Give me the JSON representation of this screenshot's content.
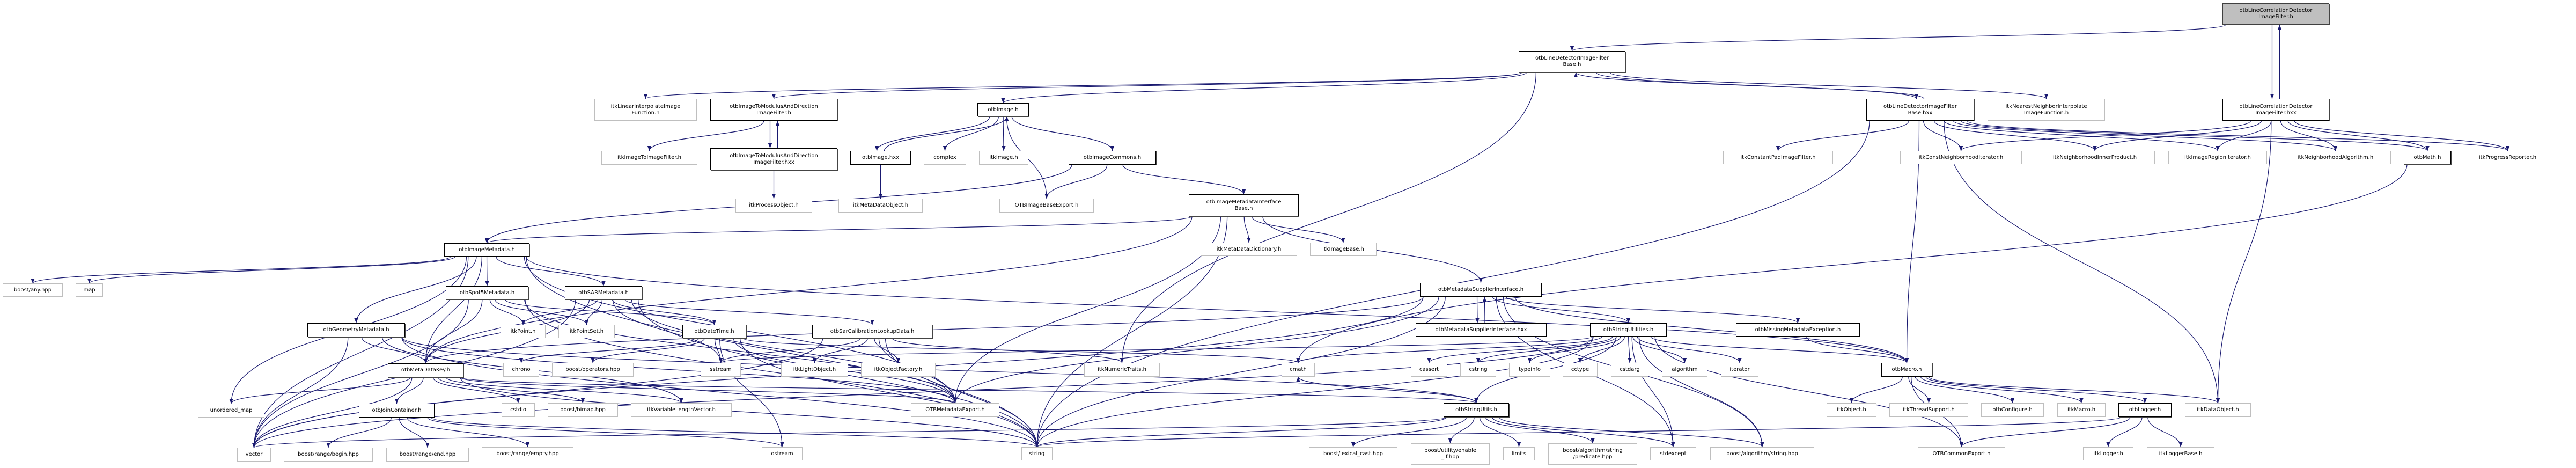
{
  "colors": {
    "edge": "#191970",
    "root_fill": "#bfbfbf",
    "doc_border": "#000000",
    "ext_border": "#bfbfbf"
  },
  "nodes": [
    {
      "label": "otbLineCorrelationDetector\nImageFilter.h",
      "kind": "root"
    },
    {
      "label": "otbLineDetectorImageFilter\nBase.h",
      "kind": "doc"
    },
    {
      "label": "itkLinearInterpolateImage\nFunction.h",
      "kind": "ext"
    },
    {
      "label": "otbImageToModulusAndDirection\nImageFilter.h",
      "kind": "doc"
    },
    {
      "label": "otbImage.h",
      "kind": "doc"
    },
    {
      "label": "otbLineDetectorImageFilter\nBase.hxx",
      "kind": "doc"
    },
    {
      "label": "itkNearestNeighborInterpolate\nImageFunction.h",
      "kind": "ext"
    },
    {
      "label": "otbLineCorrelationDetector\nImageFilter.hxx",
      "kind": "doc"
    },
    {
      "label": "itkImageToImageFilter.h",
      "kind": "ext"
    },
    {
      "label": "otbImageToModulusAndDirection\nImageFilter.hxx",
      "kind": "doc"
    },
    {
      "label": "otbImage.hxx",
      "kind": "doc"
    },
    {
      "label": "complex",
      "kind": "ext"
    },
    {
      "label": "itkImage.h",
      "kind": "ext"
    },
    {
      "label": "otbImageCommons.h",
      "kind": "doc"
    },
    {
      "label": "itkConstantPadImageFilter.h",
      "kind": "ext"
    },
    {
      "label": "itkConstNeighborhoodIterator.h",
      "kind": "ext"
    },
    {
      "label": "itkNeighborhoodInnerProduct.h",
      "kind": "ext"
    },
    {
      "label": "itkImageRegionIterator.h",
      "kind": "ext"
    },
    {
      "label": "itkNeighborhoodAlgorithm.h",
      "kind": "ext"
    },
    {
      "label": "otbMath.h",
      "kind": "doc"
    },
    {
      "label": "itkProgressReporter.h",
      "kind": "ext"
    },
    {
      "label": "itkProcessObject.h",
      "kind": "ext"
    },
    {
      "label": "itkMetaDataObject.h",
      "kind": "ext"
    },
    {
      "label": "OTBImageBaseExport.h",
      "kind": "ext"
    },
    {
      "label": "otbImageMetadataInterface\nBase.h",
      "kind": "doc"
    },
    {
      "label": "otbImageMetadata.h",
      "kind": "doc"
    },
    {
      "label": "itkMetaDataDictionary.h",
      "kind": "ext"
    },
    {
      "label": "itkImageBase.h",
      "kind": "ext"
    },
    {
      "label": "boost/any.hpp",
      "kind": "ext"
    },
    {
      "label": "map",
      "kind": "ext"
    },
    {
      "label": "otbSpot5Metadata.h",
      "kind": "doc"
    },
    {
      "label": "otbSARMetadata.h",
      "kind": "doc"
    },
    {
      "label": "otbMetadataSupplierInterface.h",
      "kind": "doc"
    },
    {
      "label": "otbGeometryMetadata.h",
      "kind": "doc"
    },
    {
      "label": "itkPoint.h",
      "kind": "ext"
    },
    {
      "label": "itkPointSet.h",
      "kind": "ext"
    },
    {
      "label": "otbDateTime.h",
      "kind": "doc"
    },
    {
      "label": "otbSarCalibrationLookupData.h",
      "kind": "doc"
    },
    {
      "label": "otbMetadataSupplierInterface.hxx",
      "kind": "doc"
    },
    {
      "label": "otbStringUtilities.h",
      "kind": "doc"
    },
    {
      "label": "otbMissingMetadataException.h",
      "kind": "doc"
    },
    {
      "label": "otbMetaDataKey.h",
      "kind": "doc"
    },
    {
      "label": "chrono",
      "kind": "ext"
    },
    {
      "label": "boost/operators.hpp",
      "kind": "ext"
    },
    {
      "label": "sstream",
      "kind": "ext"
    },
    {
      "label": "itkLightObject.h",
      "kind": "ext"
    },
    {
      "label": "itkObjectFactory.h",
      "kind": "ext"
    },
    {
      "label": "itkNumericTraits.h",
      "kind": "ext"
    },
    {
      "label": "cmath",
      "kind": "ext"
    },
    {
      "label": "cassert",
      "kind": "ext"
    },
    {
      "label": "cstring",
      "kind": "ext"
    },
    {
      "label": "typeinfo",
      "kind": "ext"
    },
    {
      "label": "cctype",
      "kind": "ext"
    },
    {
      "label": "cstdarg",
      "kind": "ext"
    },
    {
      "label": "algorithm",
      "kind": "ext"
    },
    {
      "label": "iterator",
      "kind": "ext"
    },
    {
      "label": "otbMacro.h",
      "kind": "doc"
    },
    {
      "label": "unordered_map",
      "kind": "ext"
    },
    {
      "label": "otbJoinContainer.h",
      "kind": "doc"
    },
    {
      "label": "cstdio",
      "kind": "ext"
    },
    {
      "label": "boost/bimap.hpp",
      "kind": "ext"
    },
    {
      "label": "itkVariableLengthVector.h",
      "kind": "ext"
    },
    {
      "label": "OTBMetadataExport.h",
      "kind": "ext"
    },
    {
      "label": "otbStringUtils.h",
      "kind": "doc"
    },
    {
      "label": "itkObject.h",
      "kind": "ext"
    },
    {
      "label": "itkThreadSupport.h",
      "kind": "ext"
    },
    {
      "label": "otbConfigure.h",
      "kind": "ext"
    },
    {
      "label": "itkMacro.h",
      "kind": "ext"
    },
    {
      "label": "otbLogger.h",
      "kind": "doc"
    },
    {
      "label": "itkDataObject.h",
      "kind": "ext"
    },
    {
      "label": "vector",
      "kind": "ext"
    },
    {
      "label": "boost/range/begin.hpp",
      "kind": "ext"
    },
    {
      "label": "boost/range/end.hpp",
      "kind": "ext"
    },
    {
      "label": "boost/range/empty.hpp",
      "kind": "ext"
    },
    {
      "label": "ostream",
      "kind": "ext"
    },
    {
      "label": "string",
      "kind": "ext"
    },
    {
      "label": "boost/lexical_cast.hpp",
      "kind": "ext"
    },
    {
      "label": "boost/utility/enable\n_if.hpp",
      "kind": "ext"
    },
    {
      "label": "limits",
      "kind": "ext"
    },
    {
      "label": "boost/algorithm/string\n/predicate.hpp",
      "kind": "ext"
    },
    {
      "label": "stdexcept",
      "kind": "ext"
    },
    {
      "label": "boost/algorithm/string.hpp",
      "kind": "ext"
    },
    {
      "label": "OTBCommonExport.h",
      "kind": "ext"
    },
    {
      "label": "itkLogger.h",
      "kind": "ext"
    },
    {
      "label": "itkLoggerBase.h",
      "kind": "ext"
    }
  ],
  "edges": [
    [
      0,
      1
    ],
    [
      0,
      7
    ],
    [
      7,
      0
    ],
    [
      7,
      15
    ],
    [
      7,
      16
    ],
    [
      7,
      17
    ],
    [
      7,
      18
    ],
    [
      7,
      19
    ],
    [
      7,
      20
    ],
    [
      7,
      69
    ],
    [
      1,
      2
    ],
    [
      1,
      3
    ],
    [
      1,
      4
    ],
    [
      1,
      5
    ],
    [
      1,
      6
    ],
    [
      1,
      47
    ],
    [
      5,
      1
    ],
    [
      5,
      14
    ],
    [
      5,
      15
    ],
    [
      5,
      16
    ],
    [
      5,
      17
    ],
    [
      5,
      18
    ],
    [
      5,
      19
    ],
    [
      5,
      20
    ],
    [
      5,
      56
    ],
    [
      5,
      69
    ],
    [
      5,
      75
    ],
    [
      3,
      8
    ],
    [
      3,
      9
    ],
    [
      9,
      3
    ],
    [
      9,
      21
    ],
    [
      4,
      10
    ],
    [
      4,
      11
    ],
    [
      4,
      12
    ],
    [
      4,
      23
    ],
    [
      4,
      13
    ],
    [
      10,
      4
    ],
    [
      10,
      22
    ],
    [
      13,
      23
    ],
    [
      13,
      24
    ],
    [
      13,
      25
    ],
    [
      24,
      25
    ],
    [
      24,
      41
    ],
    [
      24,
      26
    ],
    [
      24,
      27
    ],
    [
      24,
      32
    ],
    [
      24,
      62
    ],
    [
      24,
      75
    ],
    [
      19,
      48
    ],
    [
      25,
      28
    ],
    [
      25,
      29
    ],
    [
      25,
      70
    ],
    [
      25,
      57
    ],
    [
      25,
      33
    ],
    [
      25,
      41
    ],
    [
      25,
      30
    ],
    [
      25,
      31
    ],
    [
      25,
      62
    ],
    [
      25,
      75
    ],
    [
      25,
      56
    ],
    [
      30,
      41
    ],
    [
      30,
      36
    ],
    [
      30,
      34
    ],
    [
      30,
      35
    ],
    [
      30,
      70
    ],
    [
      30,
      75
    ],
    [
      30,
      62
    ],
    [
      31,
      34
    ],
    [
      31,
      35
    ],
    [
      31,
      36
    ],
    [
      31,
      37
    ],
    [
      31,
      41
    ],
    [
      31,
      70
    ],
    [
      31,
      75
    ],
    [
      31,
      44
    ],
    [
      31,
      62
    ],
    [
      33,
      41
    ],
    [
      33,
      70
    ],
    [
      33,
      75
    ],
    [
      33,
      62
    ],
    [
      33,
      61
    ],
    [
      33,
      63
    ],
    [
      36,
      42
    ],
    [
      36,
      43
    ],
    [
      36,
      44
    ],
    [
      36,
      62
    ],
    [
      36,
      75
    ],
    [
      36,
      74
    ],
    [
      36,
      48
    ],
    [
      37,
      45
    ],
    [
      37,
      46
    ],
    [
      37,
      62
    ],
    [
      37,
      47
    ],
    [
      37,
      44
    ],
    [
      37,
      75
    ],
    [
      37,
      70
    ],
    [
      41,
      57
    ],
    [
      41,
      70
    ],
    [
      41,
      58
    ],
    [
      41,
      59
    ],
    [
      41,
      60
    ],
    [
      41,
      61
    ],
    [
      41,
      62
    ],
    [
      41,
      75
    ],
    [
      41,
      63
    ],
    [
      58,
      71
    ],
    [
      58,
      72
    ],
    [
      58,
      73
    ],
    [
      58,
      74
    ],
    [
      58,
      75
    ],
    [
      32,
      38
    ],
    [
      38,
      32
    ],
    [
      32,
      39
    ],
    [
      32,
      40
    ],
    [
      32,
      41
    ],
    [
      32,
      70
    ],
    [
      32,
      75
    ],
    [
      32,
      62
    ],
    [
      32,
      56
    ],
    [
      32,
      81
    ],
    [
      32,
      80
    ],
    [
      39,
      48
    ],
    [
      39,
      49
    ],
    [
      39,
      50
    ],
    [
      39,
      51
    ],
    [
      39,
      52
    ],
    [
      39,
      53
    ],
    [
      39,
      54
    ],
    [
      39,
      55
    ],
    [
      39,
      56
    ],
    [
      39,
      63
    ],
    [
      39,
      80
    ],
    [
      39,
      75
    ],
    [
      39,
      44
    ],
    [
      39,
      81
    ],
    [
      39,
      82
    ],
    [
      39,
      70
    ],
    [
      40,
      56
    ],
    [
      56,
      64
    ],
    [
      56,
      65
    ],
    [
      56,
      66
    ],
    [
      56,
      67
    ],
    [
      56,
      68
    ],
    [
      56,
      69
    ],
    [
      56,
      82
    ],
    [
      68,
      83
    ],
    [
      68,
      84
    ],
    [
      68,
      82
    ],
    [
      68,
      75
    ],
    [
      63,
      76
    ],
    [
      63,
      77
    ],
    [
      63,
      78
    ],
    [
      63,
      79
    ],
    [
      63,
      80
    ],
    [
      63,
      81
    ],
    [
      63,
      70
    ],
    [
      63,
      75
    ],
    [
      63,
      48
    ]
  ]
}
